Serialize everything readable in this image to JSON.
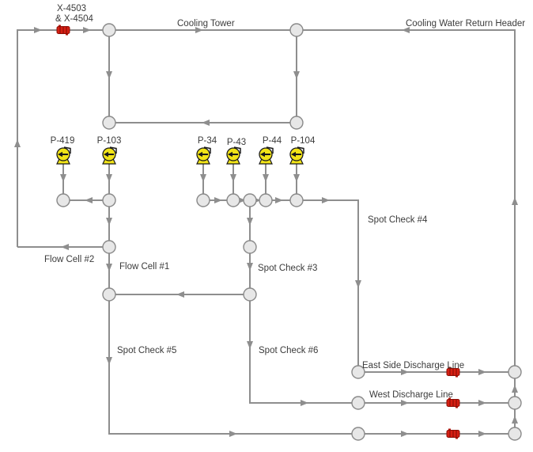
{
  "diagram": {
    "labels": {
      "equipment_x4503_line1": "X-4503",
      "equipment_x4503_line2": "& X-4504",
      "cooling_tower": "Cooling Tower",
      "cooling_water_return_header": "Cooling Water Return Header",
      "spot_check_3": "Spot Check #3",
      "spot_check_4": "Spot Check #4",
      "spot_check_5": "Spot Check #5",
      "spot_check_6": "Spot Check #6",
      "flow_cell_1": "Flow Cell #1",
      "flow_cell_2": "Flow Cell #2",
      "east_side_discharge_line": "East Side Discharge Line",
      "west_discharge_line": "West Discharge Line"
    },
    "pumps": [
      {
        "label": "P-419"
      },
      {
        "label": "P-103"
      },
      {
        "label": "P-34"
      },
      {
        "label": "P-43"
      },
      {
        "label": "P-44"
      },
      {
        "label": "P-104"
      }
    ],
    "colors": {
      "pipe": "#8e8e8e",
      "node_fill": "#e7e7e7",
      "node_stroke": "#8a8a8a",
      "pump_fill": "#f2e417",
      "device_red": "#d61f12",
      "text": "#3b3b3b",
      "background": "#ffffff"
    }
  }
}
